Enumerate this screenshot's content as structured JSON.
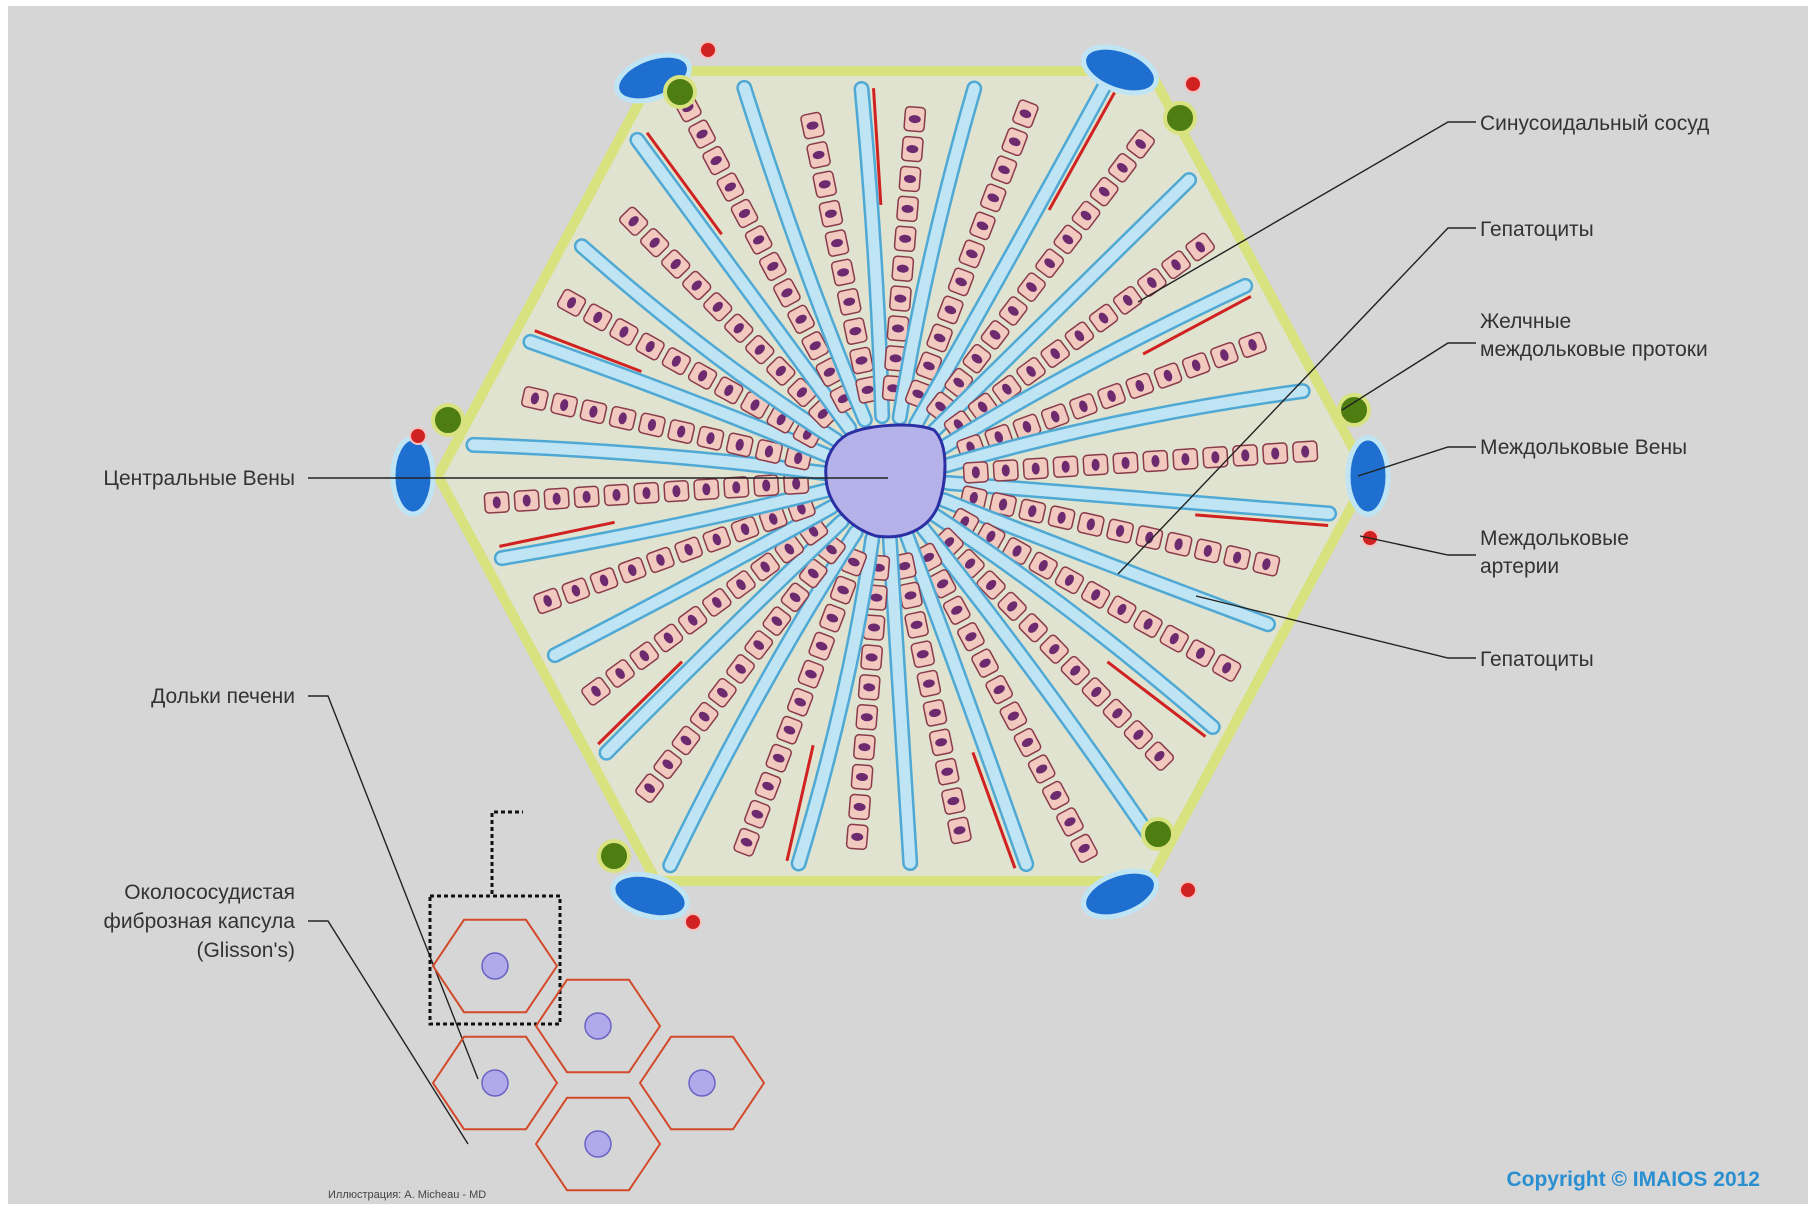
{
  "labels": {
    "sinusoid": "Синусоидальный сосуд",
    "hepatocytes_top": "Гепатоциты",
    "bile_ducts_line1": "Желчные",
    "bile_ducts_line2": "междольковые протоки",
    "interlobular_veins": "Междольковые Вены",
    "interlobular_arteries_line1": "Междольковые",
    "interlobular_arteries_line2": "артерии",
    "hepatocytes_bottom": "Гепатоциты",
    "central_vein": "Центральные Вены",
    "liver_lobules": "Дольки печени",
    "capsule_line1": "Околососудистая",
    "capsule_line2": "фиброзная капсула",
    "capsule_line3": "(Glisson's)"
  },
  "credit": "Иллюстрация: A. Micheau - MD",
  "copyright": "Copyright © IMAIOS 2012",
  "colors": {
    "background": "#d6d6d6",
    "portal_vein": "#1f6fd0",
    "bile_duct": "#4e7d12",
    "artery": "#d12222",
    "sinusoid": "#bfe4f4",
    "sinusoid_edge": "#4fa9d4",
    "bile_canaliculi": "#d8e27e",
    "hepatocyte": "#f1c9bf",
    "hepatocyte_edge": "#8a3a4a",
    "nucleus": "#6d2a6e",
    "central_vein": "#b5b2ea",
    "central_vein_edge": "#2b2fa3",
    "lobule_outline": "#d24a2a",
    "lobule_center": "#b2a9ea"
  }
}
